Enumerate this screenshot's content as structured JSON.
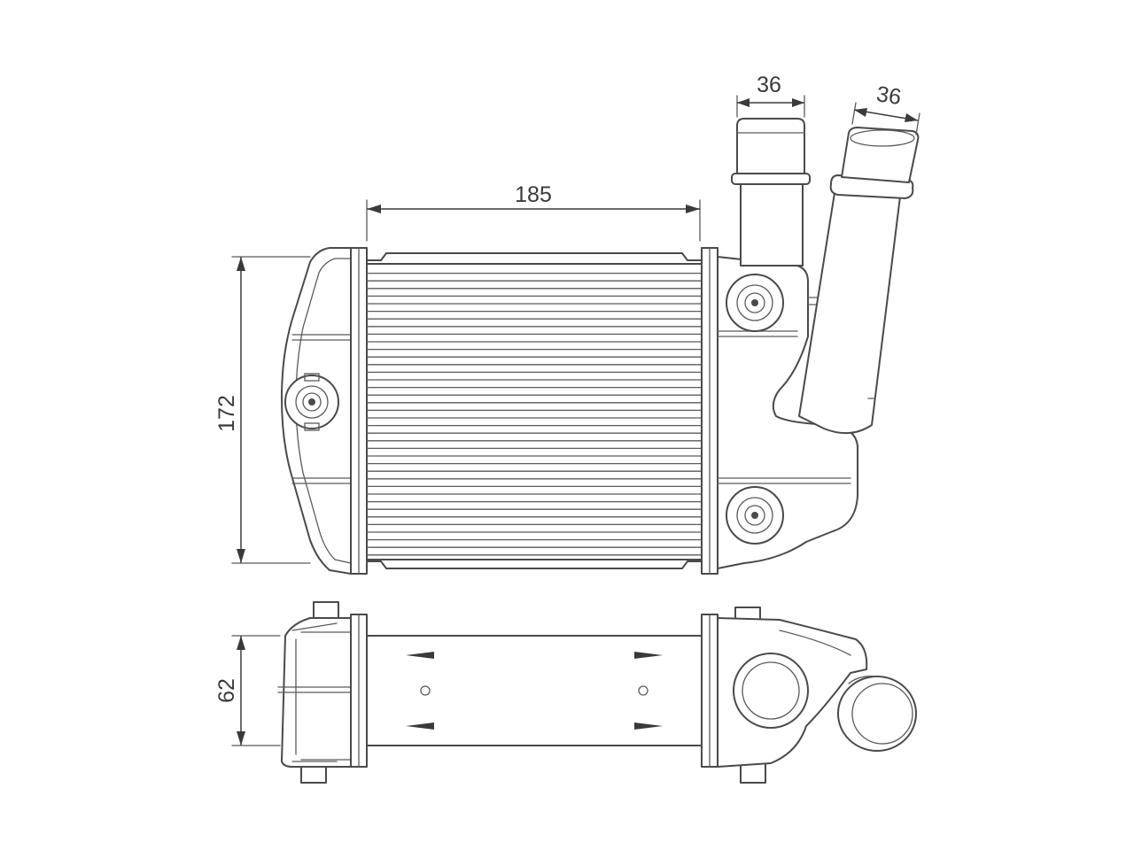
{
  "dimensions": {
    "core_width": "185",
    "height": "172",
    "depth": "62",
    "outlet_diameter": "36",
    "inlet_diameter": "36"
  },
  "colors": {
    "line": "#4a4a4a",
    "dimension": "#3a3a3a",
    "background": "#ffffff"
  }
}
